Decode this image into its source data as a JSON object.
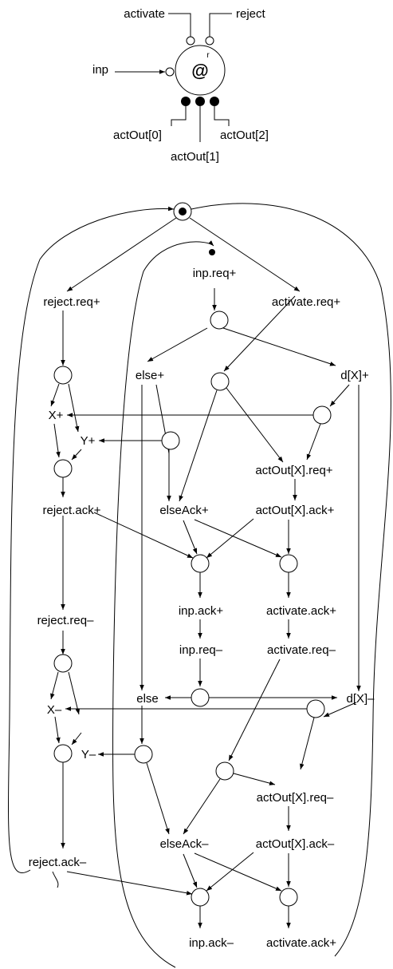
{
  "symbol": {
    "center_glyph": "@",
    "corner_mark": "r",
    "ports": {
      "activate": "activate",
      "reject": "reject",
      "inp": "inp",
      "out0": "actOut[0]",
      "out1": "actOut[1]",
      "out2": "actOut[2]"
    }
  },
  "labels": {
    "inp_req_p": "inp.req+",
    "activate_req_p": "activate.req+",
    "reject_req_p": "reject.req+",
    "else_p": "else+",
    "dx_p": "d[X]+",
    "x_p": "X+",
    "y_p": "Y+",
    "actout_req_p": "actOut[X].req+",
    "reject_ack_p": "reject.ack+",
    "elseack_p": "elseAck+",
    "actout_ack_p": "actOut[X].ack+",
    "inp_ack_p": "inp.ack+",
    "activate_ack_p": "activate.ack+",
    "reject_req_m": "reject.req–",
    "inp_req_m": "inp.req–",
    "activate_req_m": "activate.req–",
    "else_m": "else",
    "dx_m": "d[X]–",
    "x_m": "X–",
    "y_m": "Y–",
    "actout_req_m": "actOut[X].req–",
    "elseack_m": "elseAck–",
    "actout_ack_m": "actOut[X].ack–",
    "reject_ack_m": "reject.ack–",
    "inp_ack_m": "inp.ack–",
    "activate_ack_m2": "activate.ack+"
  }
}
